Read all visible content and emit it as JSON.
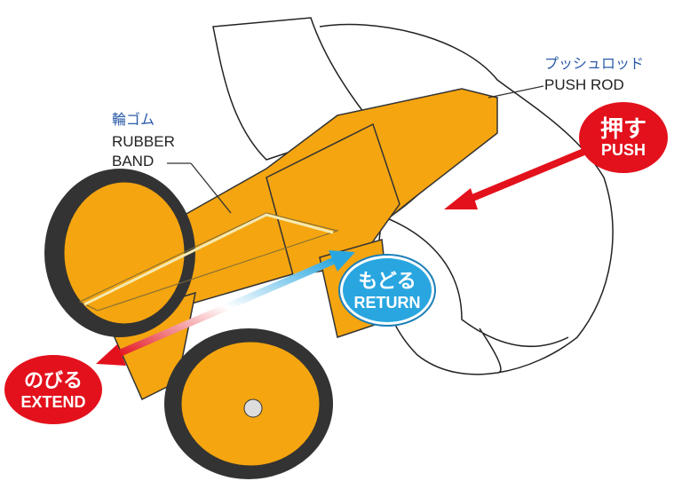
{
  "labels": {
    "push_rod_jp": "プッシュロッド",
    "push_rod_en": "PUSH ROD",
    "rubber_band_jp": "輪ゴム",
    "rubber_band_en_1": "RUBBER",
    "rubber_band_en_2": "BAND"
  },
  "badges": {
    "push_jp": "押す",
    "push_en": "PUSH",
    "return_jp": "もどる",
    "return_en": "RETURN",
    "extend_jp": "のびる",
    "extend_en": "EXTEND"
  },
  "colors": {
    "body": "#f5a50f",
    "push": "#e3111c",
    "return": "#29a6e0",
    "tire": "#333333"
  }
}
